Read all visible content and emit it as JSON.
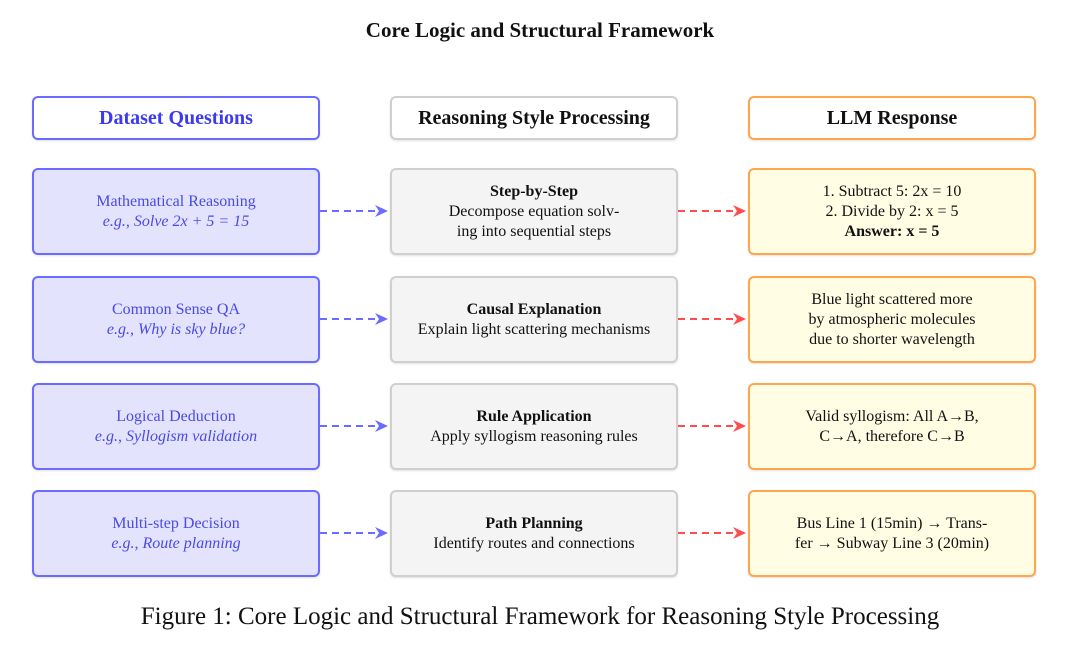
{
  "title": "Core Logic and Structural Framework",
  "columns": {
    "questions": "Dataset Questions",
    "processing": "Reasoning Style Processing",
    "response": "LLM Response"
  },
  "rows": [
    {
      "question": {
        "category": "Mathematical Reasoning",
        "example": "e.g., Solve 2x + 5 = 15"
      },
      "processing": {
        "style": "Step-by-Step",
        "lines": [
          "Decompose equation solv-",
          "ing into sequential steps"
        ]
      },
      "response": {
        "lines": [
          "1.  Subtract 5:  2x = 10",
          "2.  Divide by 2:  x = 5"
        ],
        "answer": "Answer:  x = 5"
      }
    },
    {
      "question": {
        "category": "Common Sense QA",
        "example": "e.g., Why is sky blue?"
      },
      "processing": {
        "style": "Causal Explanation",
        "lines": [
          "Explain light scattering mechanisms"
        ]
      },
      "response": {
        "lines": [
          "Blue light scattered more",
          "by atmospheric molecules",
          "due to shorter wavelength"
        ]
      }
    },
    {
      "question": {
        "category": "Logical Deduction",
        "example": "e.g., Syllogism validation"
      },
      "processing": {
        "style": "Rule Application",
        "lines": [
          "Apply syllogism reasoning rules"
        ]
      },
      "response": {
        "lines": [
          "Valid syllogism:  All A→B,",
          "C→A, therefore C→B"
        ]
      }
    },
    {
      "question": {
        "category": "Multi-step Decision",
        "example": "e.g., Route planning"
      },
      "processing": {
        "style": "Path Planning",
        "lines": [
          "Identify routes and connections"
        ]
      },
      "response": {
        "lines": [
          "Bus Line 1 (15min) → Trans-",
          "fer → Subway Line 3 (20min)"
        ]
      }
    }
  ],
  "colors": {
    "question_border": "#6b6bff",
    "question_fill": "#e3e3fd",
    "question_text": "#4a4ae6",
    "processing_border": "#cfcfcf",
    "processing_fill": "#f4f4f4",
    "response_border": "#ffa64d",
    "response_fill": "#fffde3",
    "arrow_blue": "#6b6bff",
    "arrow_red": "#ff4d4d"
  },
  "caption": "Figure 1: Core Logic and Structural Framework for Reasoning Style Processing"
}
